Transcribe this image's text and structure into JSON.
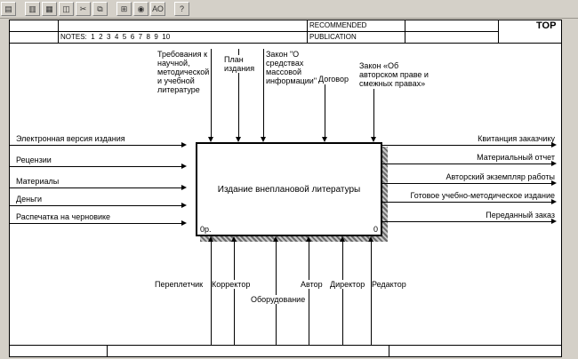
{
  "toolbar": {
    "icons": [
      {
        "name": "page",
        "glyph": "▤"
      },
      {
        "name": "open",
        "glyph": "▥"
      },
      {
        "name": "save",
        "glyph": "▦"
      },
      {
        "name": "print",
        "glyph": "◫"
      },
      {
        "name": "cut",
        "glyph": "✂"
      },
      {
        "name": "copy",
        "glyph": "⧉"
      },
      {
        "name": "grid",
        "glyph": "⊞"
      },
      {
        "name": "zoom",
        "glyph": "◉"
      },
      {
        "name": "font",
        "glyph": "АО"
      },
      {
        "name": "help",
        "glyph": "?"
      }
    ]
  },
  "kit_header": {
    "notes": "NOTES:  1  2  3  4  5  6  7  8  9  10",
    "status_row1": "RECOMMENDED",
    "status_row2": "PUBLICATION",
    "context": "TOP"
  },
  "diagram": {
    "activity": {
      "title": "Издание внеплановой литературы",
      "cost": "0р.",
      "number": "0"
    },
    "inputs": [
      "Электронная версия издания",
      "Рецензии",
      "Материалы",
      "Деньги",
      "Распечатка на черновике"
    ],
    "controls": [
      "Требования к\nнаучной,\nметодической\nи учебной\nлитературе",
      "План\nиздания",
      "Закон \"О\nсредствах\nмассовой\nинформации\"",
      "Договор",
      "Закон «Об\nавторском праве и\nсмежных правах»"
    ],
    "outputs": [
      "Квитанция заказчику",
      "Материальный отчет",
      "Авторский экземпляр работы",
      "Готовое учебно-методическое издание",
      "Переданный заказ"
    ],
    "mechanisms": [
      "Переплетчик",
      "Корректор",
      "Оборудование",
      "Автор",
      "Директор",
      "Редактор"
    ]
  }
}
